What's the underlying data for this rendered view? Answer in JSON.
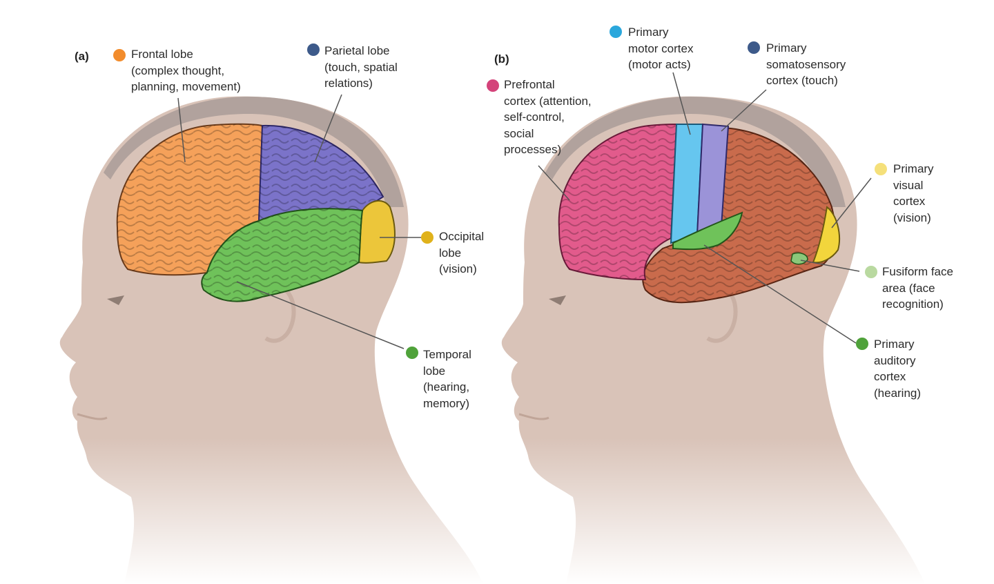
{
  "panel_a": {
    "letter": "(a)",
    "labels": [
      {
        "id": "frontal",
        "color": "#f28c2c",
        "lines": [
          "Frontal lobe",
          "(complex thought,",
          "planning, movement)"
        ]
      },
      {
        "id": "parietal",
        "color": "#3d5a8a",
        "lines": [
          "Parietal lobe",
          "(touch, spatial",
          "relations)"
        ]
      },
      {
        "id": "occipital",
        "color": "#e0b21b",
        "lines": [
          "Occipital",
          "lobe",
          "(vision)"
        ]
      },
      {
        "id": "temporal",
        "color": "#4fa23a",
        "lines": [
          "Temporal",
          "lobe",
          "(hearing,",
          "memory)"
        ]
      }
    ]
  },
  "panel_b": {
    "letter": "(b)",
    "labels": [
      {
        "id": "motor",
        "color": "#2aa7dc",
        "lines": [
          "Primary",
          "motor cortex",
          "(motor acts)"
        ]
      },
      {
        "id": "somato",
        "color": "#3d5a8a",
        "lines": [
          "Primary",
          "somatosensory",
          "cortex (touch)"
        ]
      },
      {
        "id": "prefrontal",
        "color": "#d4437a",
        "lines": [
          "Prefrontal",
          "cortex (attention,",
          "self-control,",
          "social",
          "processes)"
        ]
      },
      {
        "id": "visual",
        "color": "#f5e07a",
        "lines": [
          "Primary",
          "visual",
          "cortex",
          "(vision)"
        ]
      },
      {
        "id": "fusiform",
        "color": "#b9d9a0",
        "lines": [
          "Fusiform face",
          "area (face",
          "recognition)"
        ]
      },
      {
        "id": "auditory",
        "color": "#4fa23a",
        "lines": [
          "Primary",
          "auditory",
          "cortex",
          "(hearing)"
        ]
      }
    ]
  },
  "colors": {
    "skin": "#d9c3b8",
    "skin_dark": "#c9b0a4",
    "hair": "#a99c98",
    "frontal": "#f5a15a",
    "parietal": "#7b73c9",
    "temporal": "#6fc25a",
    "occipital": "#ecc63a",
    "prefrontal": "#e25b8c",
    "motor": "#66c6ef",
    "somato": "#9b93d8",
    "cortex_rest": "#c96b4c",
    "visual": "#f2d53c",
    "auditory": "#6fc25a",
    "fusiform": "#8bc87a"
  }
}
